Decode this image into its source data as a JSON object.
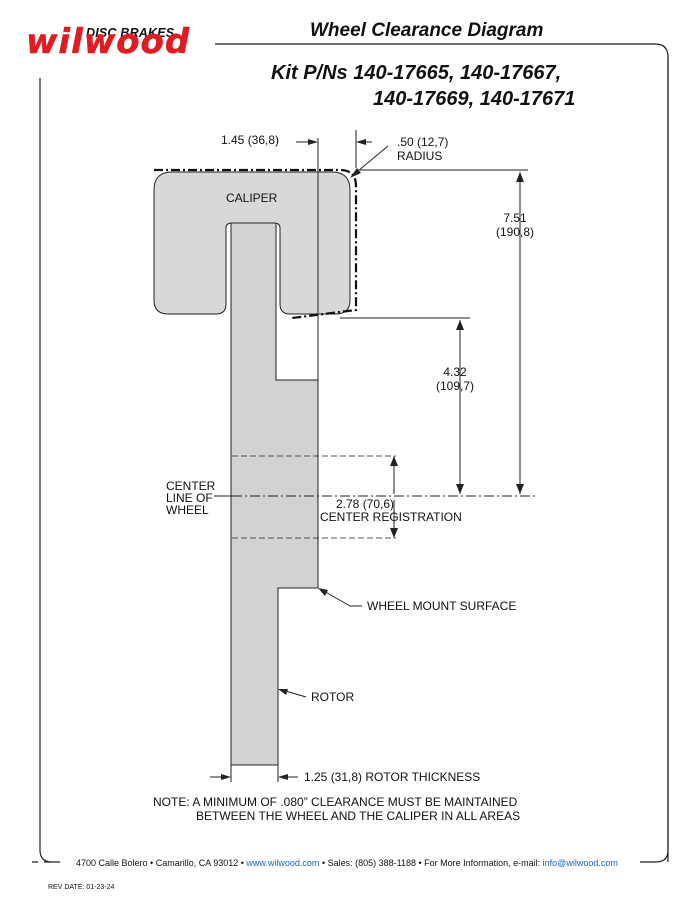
{
  "header": {
    "logo_small": "DISC BRAKES",
    "logo_main": "wilwood",
    "title": "Wheel Clearance Diagram",
    "kit_line1": "Kit P/Ns 140-17665, 140-17667,",
    "kit_line2": "140-17669, 140-17671"
  },
  "diagram": {
    "caliper_label": "CALIPER",
    "dim_width": "1.45 (36,8)",
    "radius_line1": ".50 (12,7)",
    "radius_line2": "RADIUS",
    "dim_height_total_1": "7.51",
    "dim_height_total_2": "(190,8)",
    "dim_height_lower_1": "4.32",
    "dim_height_lower_2": "(109,7)",
    "centerline_1": "CENTER",
    "centerline_2": "LINE OF",
    "centerline_3": "WHEEL",
    "center_reg_1": "2.78 (70,6)",
    "center_reg_2": "CENTER REGISTRATION",
    "wheel_mount": "WHEEL MOUNT SURFACE",
    "rotor_label": "ROTOR",
    "rotor_thickness": "1.25 (31,8) ROTOR THICKNESS"
  },
  "note": {
    "line1": "NOTE: A MINIMUM OF .080” CLEARANCE MUST BE MAINTAINED",
    "line2": "BETWEEN THE WHEEL AND THE CALIPER IN ALL AREAS"
  },
  "footer": {
    "address": "4700 Calle Bolero • Camarillo, CA 93012 • ",
    "website": "www.wilwood.com",
    "sales": " • Sales: (805) 388-1188 • For More Information, e-mail: ",
    "email": "info@wilwood.com",
    "rev_date": "REV DATE:  01-23-24"
  },
  "colors": {
    "brand_red": "#e01b22",
    "part_fill": "#d2d2d2",
    "link_blue": "#1565c0"
  }
}
